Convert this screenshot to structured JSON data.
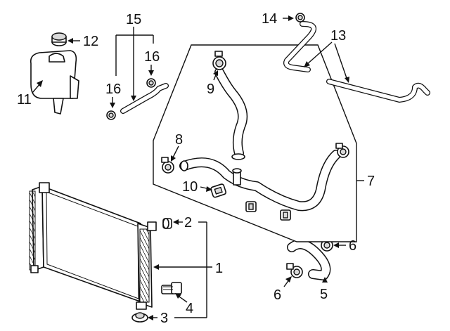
{
  "callouts": [
    {
      "id": "c1",
      "label": "1"
    },
    {
      "id": "c2",
      "label": "2"
    },
    {
      "id": "c3",
      "label": "3"
    },
    {
      "id": "c4",
      "label": "4"
    },
    {
      "id": "c5",
      "label": "5"
    },
    {
      "id": "c6a",
      "label": "6"
    },
    {
      "id": "c6b",
      "label": "6"
    },
    {
      "id": "c7",
      "label": "7"
    },
    {
      "id": "c8",
      "label": "8"
    },
    {
      "id": "c9",
      "label": "9"
    },
    {
      "id": "c10",
      "label": "10"
    },
    {
      "id": "c11",
      "label": "11"
    },
    {
      "id": "c12",
      "label": "12"
    },
    {
      "id": "c13",
      "label": "13"
    },
    {
      "id": "c14",
      "label": "14"
    },
    {
      "id": "c15",
      "label": "15"
    },
    {
      "id": "c16a",
      "label": "16"
    },
    {
      "id": "c16b",
      "label": "16"
    }
  ]
}
